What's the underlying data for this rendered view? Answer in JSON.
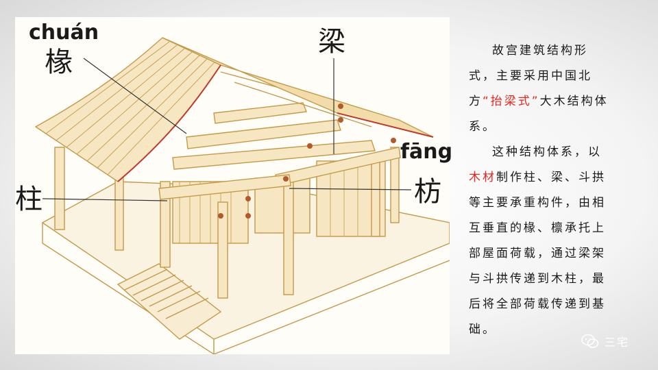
{
  "labels": {
    "chuan_pinyin": "chuán",
    "chuan_char": "椽",
    "liang_char": "梁",
    "fang_pinyin": "fāng",
    "fang_char": "枋",
    "zhu_char": "柱"
  },
  "text": {
    "p1_a": "故宫建筑结构形式，主要采用中国北方",
    "p1_highlight": "“抬梁式”",
    "p1_b": "大木结构体系。",
    "p2_a": "这种结构体系，以",
    "p2_highlight": "木材",
    "p2_b": "制作柱、梁、斗拱等主要承重构件，由相互垂直的椽、檩承托上部屋面荷载，通过梁架与斗拱传递到木柱，最后将全部荷载传递到基础。"
  },
  "brand": {
    "name": "三宅",
    "icon": "wechat-icon"
  },
  "colors": {
    "highlight": "#e8261f",
    "line": "#c8a04a",
    "fill": "#f6e6c2",
    "dark": "#8a5a1e"
  }
}
